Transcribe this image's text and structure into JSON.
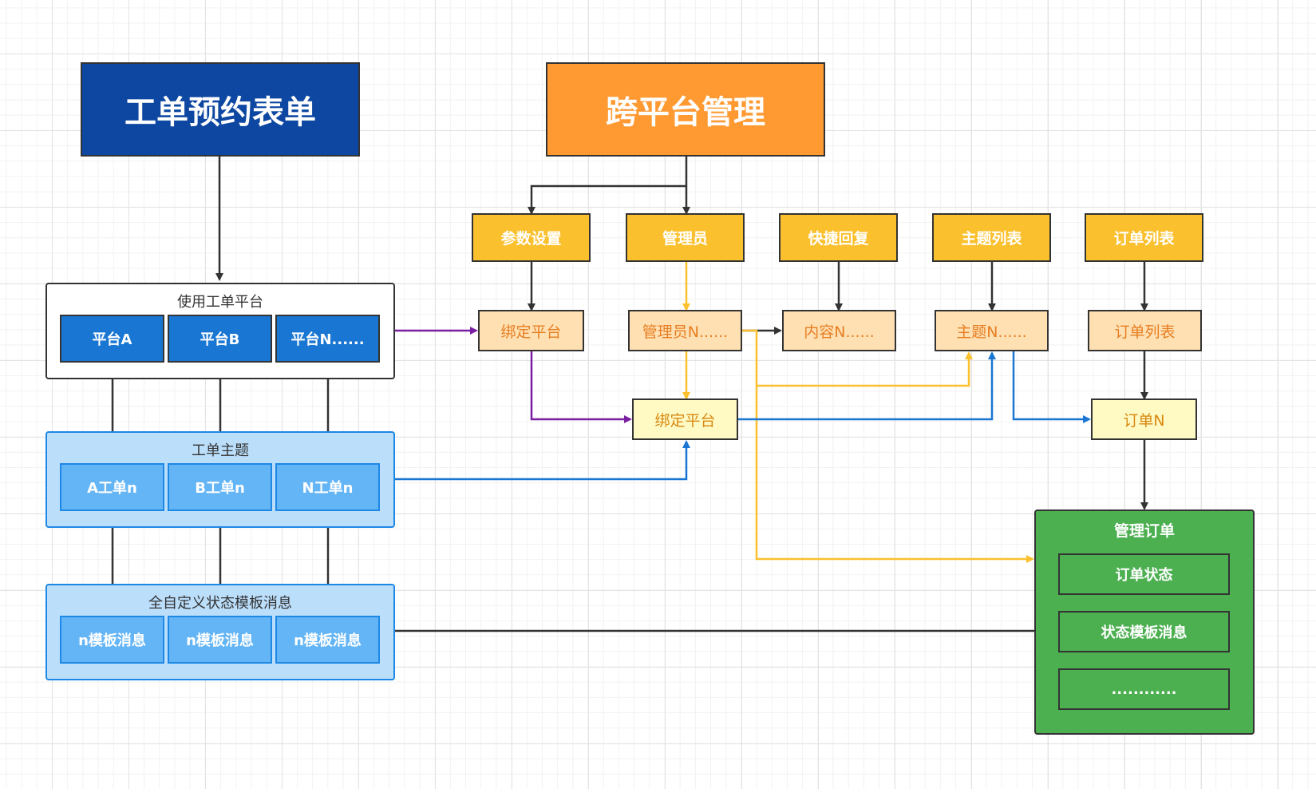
{
  "titles": {
    "left": "工单预约表单",
    "right": "跨平台管理"
  },
  "left_column": {
    "platform_group": {
      "label": "使用工单平台",
      "items": [
        "平台A",
        "平台B",
        "平台N......"
      ]
    },
    "ticket_theme_group": {
      "label": "工单主题",
      "items": [
        "A工单n",
        "B工单n",
        "N工单n"
      ]
    },
    "template_group": {
      "label": "全自定义状态模板消息",
      "items": [
        "n模板消息",
        "n模板消息",
        "n模板消息"
      ]
    }
  },
  "right_column": {
    "top_row": [
      "参数设置",
      "管理员",
      "快捷回复",
      "主题列表",
      "订单列表"
    ],
    "middle_row": [
      "绑定平台",
      "管理员N......",
      "内容N......",
      "主题N......",
      "订单列表"
    ],
    "bottom_row": {
      "bind_platform": "绑定平台",
      "order_n": "订单N"
    },
    "manage_orders": {
      "label": "管理订单",
      "items": [
        "订单状态",
        "状态模板消息",
        "............"
      ]
    }
  },
  "colors": {
    "dark_blue": "#0d47a1",
    "orange": "#ff9a33",
    "gold": "#fbc02d",
    "peach": "#ffe0b2",
    "pale_yellow": "#fff9c4",
    "mid_blue": "#1976d2",
    "light_blue": "#64b5f6",
    "green": "#4caf50",
    "arrow_dark": "#333333",
    "arrow_purple": "#7b1fa2",
    "arrow_gold": "#fbc02d",
    "arrow_blue": "#1976d2"
  }
}
